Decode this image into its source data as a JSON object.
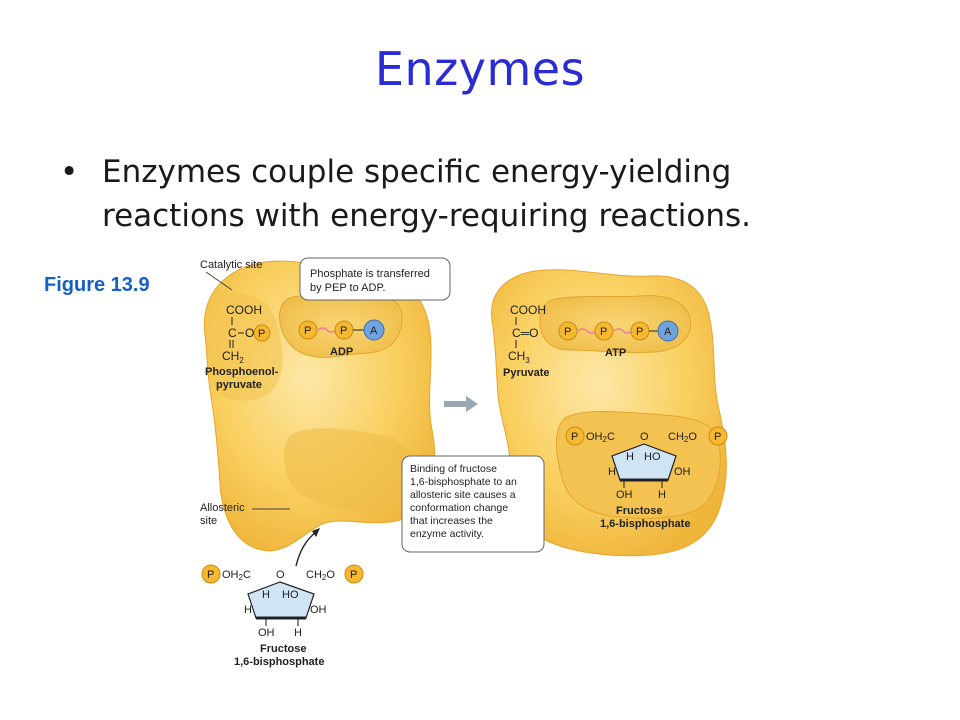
{
  "slide": {
    "title": "Enzymes",
    "bullet": "Enzymes couple specific energy-yielding reactions with energy-requiring reactions.",
    "figure_label": "Figure 13.9"
  },
  "diagram": {
    "callout_catalytic_site": "Catalytic site",
    "callout_allosteric_site": [
      "Allosteric",
      "site"
    ],
    "callout_phosphate": [
      "Phosphate is transferred",
      "by PEP to ADP."
    ],
    "callout_binding": [
      "Binding of fructose",
      "1,6-bisphosphate to an",
      "allosteric site causes a",
      "conformation change",
      "that increases the",
      "enzyme activity."
    ],
    "left_enzyme": {
      "pep_cooh": "COOH",
      "pep_c": "C",
      "pep_o": "O",
      "pep_ch2": "CH",
      "pep_ch2_sub": "2",
      "pep_name": [
        "Phosphoenol-",
        "pyruvate"
      ],
      "adp_label": "ADP"
    },
    "right_enzyme": {
      "pyr_cooh": "COOH",
      "pyr_co": "C═O",
      "pyr_ch3": "CH",
      "pyr_ch3_sub": "3",
      "pyr_name": "Pyruvate",
      "atp_label": "ATP"
    },
    "phosphate_symbol": "P",
    "adenosine_symbol": "A",
    "fructose": {
      "left_group": "OH",
      "left_group_c": "C",
      "ch2_sub": "2",
      "right_group": "CH",
      "right_o": "O",
      "ring_o": "O",
      "h_left": "H",
      "ho": "HO",
      "h_outer_left": "H",
      "oh_outer_right": "OH",
      "oh_bottom": "OH",
      "h_bottom": "H",
      "name": [
        "Fructose",
        "1,6-bisphosphate"
      ]
    },
    "colors": {
      "enzyme_fill": "#f8c64a",
      "enzyme_light": "#fde49a",
      "phosphate": "#f5b82e",
      "adenosine": "#6ea3de",
      "ring_fill": "#cfe4f5",
      "connector": "#f07aa0",
      "arrow": "#9aa7b2"
    }
  }
}
